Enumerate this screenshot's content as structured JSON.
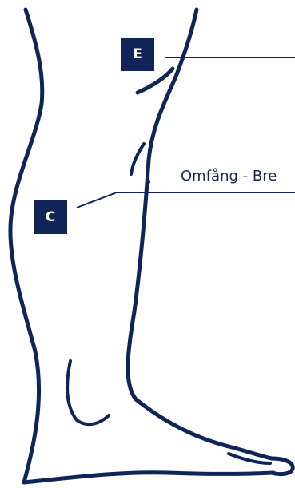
{
  "colors": {
    "line": "#0f2557",
    "marker_bg": "#0f2557",
    "marker_text": "#ffffff",
    "background": "#ffffff"
  },
  "markers": {
    "e": "E",
    "c": "C"
  },
  "labels": {
    "measure": "Omfång - Bre"
  }
}
